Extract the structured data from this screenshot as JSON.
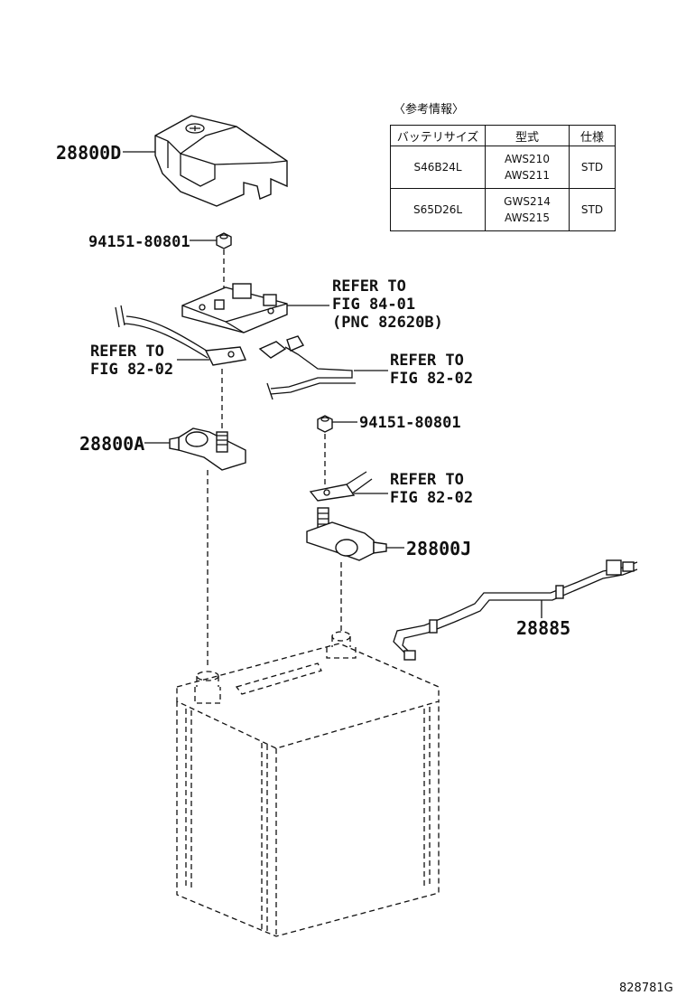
{
  "reference_table": {
    "caption": "〈参考情報〉",
    "headers": [
      "バッテリサイズ",
      "型式",
      "仕様"
    ],
    "rows": [
      {
        "size": "S46B24L",
        "models": [
          "AWS210",
          "AWS211"
        ],
        "spec": "STD"
      },
      {
        "size": "S65D26L",
        "models": [
          "GWS214",
          "AWS215"
        ],
        "spec": "STD"
      }
    ]
  },
  "callouts": {
    "cover": "28800D",
    "nut_top": "94151-80801",
    "refer_fuse": [
      "REFER TO",
      "FIG 84-01",
      "(PNC 82620B)"
    ],
    "refer_left": [
      "REFER TO",
      "FIG 82-02"
    ],
    "refer_right": [
      "REFER TO",
      "FIG 82-02"
    ],
    "terminal_neg": "28800A",
    "nut_mid": "94151-80801",
    "refer_mid": [
      "REFER TO",
      "FIG 82-02"
    ],
    "terminal_pos": "28800J",
    "cable": "28885"
  },
  "drawing_id": "828781G"
}
